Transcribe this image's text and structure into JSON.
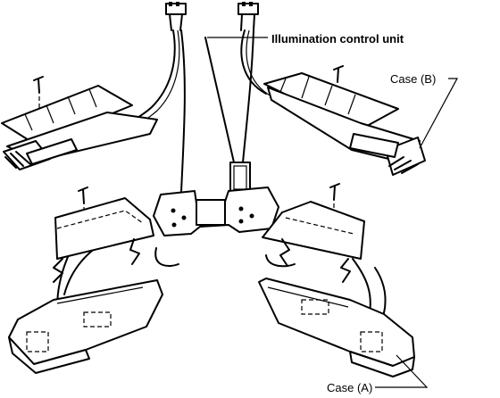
{
  "labels": {
    "illumination_control_unit": "Illumination control unit",
    "case_b": "Case (B)",
    "case_a": "Case (A)"
  }
}
